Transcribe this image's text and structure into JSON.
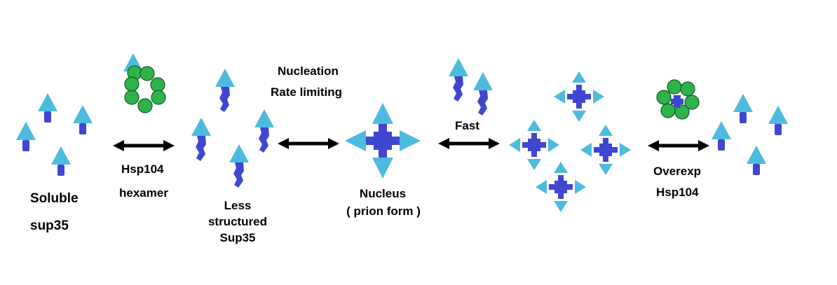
{
  "labels": {
    "soluble_line1": "Soluble",
    "soluble_line2": "sup35",
    "hsp104_line1": "Hsp104",
    "hsp104_line2": "hexamer",
    "less_line1": "Less",
    "less_line2": "structured",
    "less_line3": "Sup35",
    "nucleation_line1": "Nucleation",
    "nucleation_line2": "Rate limiting",
    "nucleus_line1": "Nucleus",
    "nucleus_line2": "( prion form )",
    "fast": "Fast",
    "overexp_line1": "Overexp",
    "overexp_line2": "Hsp104"
  },
  "colors": {
    "cap": "#4dbbdf",
    "stem": "#3f47d1",
    "chaperone_green": "#2db34a",
    "arrow": "#000000",
    "background": "#ffffff"
  }
}
